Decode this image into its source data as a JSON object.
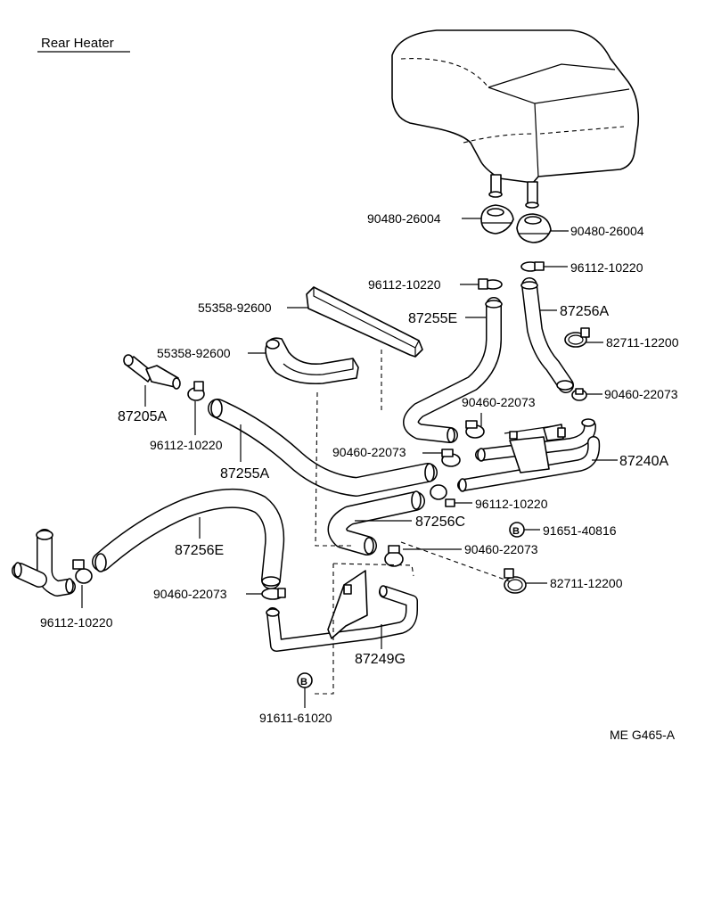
{
  "title": "Rear Heater",
  "diagram_code": "ME G465-A",
  "labels": {
    "grommet_left": "90480-26004",
    "grommet_right": "90480-26004",
    "clip_top_right": "96112-10220",
    "clip_top_center": "96112-10220",
    "hose_87255E": "87255E",
    "hose_87256A": "87256A",
    "protector_upper": "55358-92600",
    "protector_lower": "55358-92600",
    "clamp_82711_upper": "82711-12200",
    "clamp_90460_right": "90460-22073",
    "valve_87205A": "87205A",
    "clamp_90460_center_top": "90460-22073",
    "clip_96112_left": "96112-10220",
    "clamp_90460_center_mid": "90460-22073",
    "pipe_87240A": "87240A",
    "hose_87255A": "87255A",
    "clip_96112_center": "96112-10220",
    "hose_87256C": "87256C",
    "bolt_91651": "91651-40816",
    "hose_87256E": "87256E",
    "clamp_90460_lower_center": "90460-22073",
    "clamp_82711_lower": "82711-12200",
    "clip_96112_far_left": "96112-10220",
    "clamp_90460_lower_left": "90460-22073",
    "pipe_87249G": "87249G",
    "bolt_91611": "91611-61020"
  },
  "bolt_marker": "B"
}
